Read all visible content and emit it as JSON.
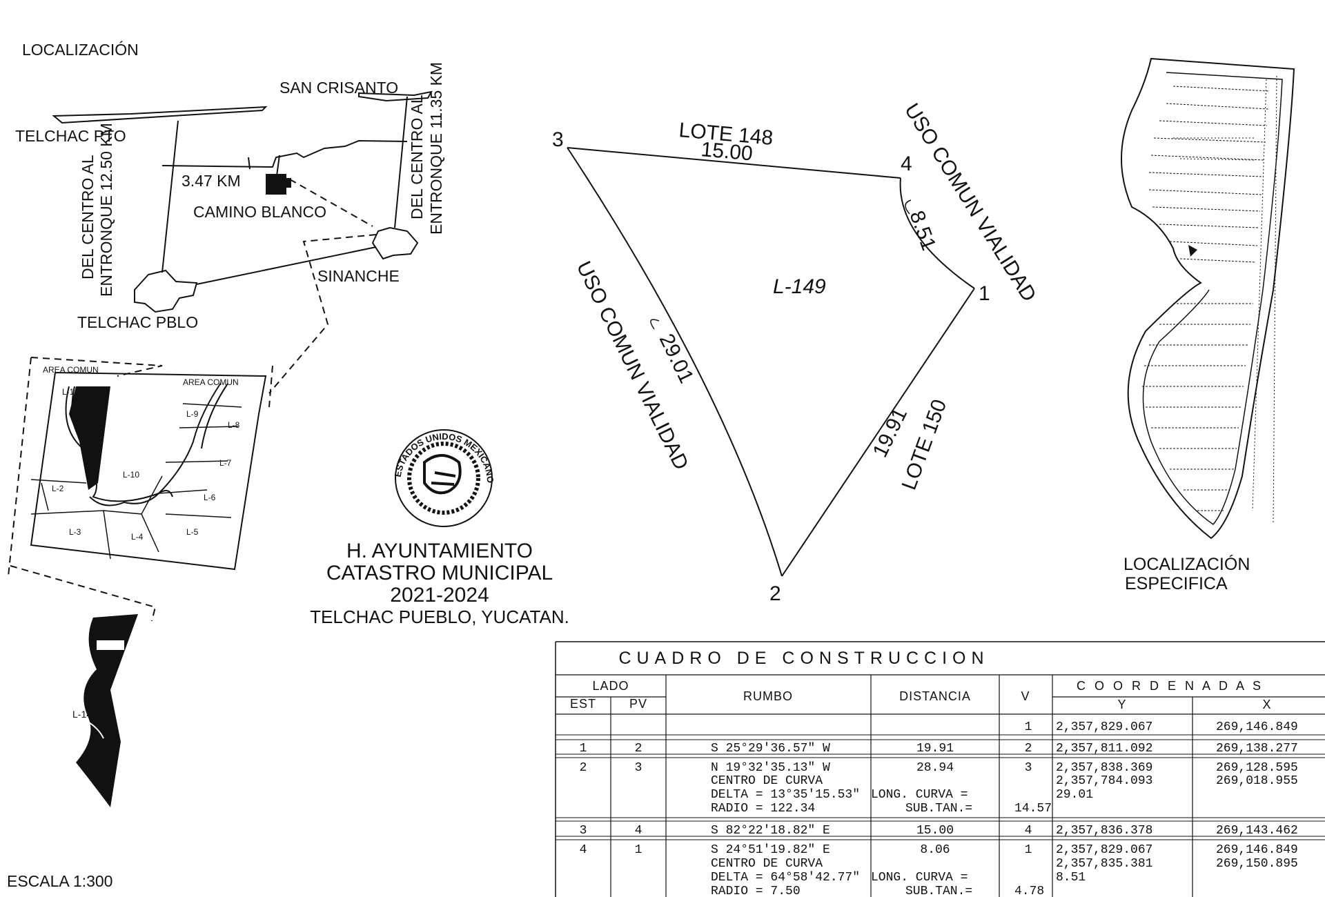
{
  "localizacion": {
    "title": "LOCALIZACIÓN",
    "places": {
      "san_crisanto": "SAN CRISANTO",
      "telchac_pto": "TELCHAC PTO",
      "camino_blanco": "CAMINO BLANCO",
      "sinanche": "SINANCHE",
      "telchac_pblo": "TELCHAC PBLO"
    },
    "distances": {
      "km_347": "3.47 KM",
      "left_line1": "DEL CENTRO AL",
      "left_line2": "ENTRONQUE 12.50 KM",
      "right_line1": "DEL CENTRO AL",
      "right_line2": "ENTRONQUE 11.35 KM"
    },
    "detail": {
      "area_comun_1": "AREA COMUN",
      "area_comun_2": "AREA COMUN",
      "lots": [
        "L-1",
        "L-2",
        "L-3",
        "L-4",
        "L-5",
        "L-6",
        "L-7",
        "L-8",
        "L-9",
        "L-10"
      ],
      "lot_14a": "L-14A"
    },
    "scale": "ESCALA 1:300"
  },
  "seal": {
    "ring_text": "ESTADOS UNIDOS MEXICANOS",
    "line1": "H. AYUNTAMIENTO",
    "line2": "CATASTRO MUNICIPAL",
    "line3": "2021-2024",
    "line4": "TELCHAC PUEBLO, YUCATAN."
  },
  "lot_plan": {
    "lot_id": "L-149",
    "vertices": {
      "v1": "1",
      "v2": "2",
      "v3": "3",
      "v4": "4"
    },
    "top_label": "LOTE 148",
    "top_distance": "15.00",
    "right_label": "USO COMUN VIALIDAD",
    "right_distance": "8.51",
    "left_label": "USO COMUN VIALIDAD",
    "left_distance": "29.01",
    "bottom_distance": "19.91",
    "bottom_label": "LOTE 150"
  },
  "especifica": {
    "line1": "LOCALIZACIÓN",
    "line2": "ESPECIFICA"
  },
  "table": {
    "title": "CUADRO DE CONSTRUCCION",
    "headers": {
      "lado": "LADO",
      "est": "EST",
      "pv": "PV",
      "rumbo": "RUMBO",
      "distancia": "DISTANCIA",
      "v": "V",
      "coordenadas": "C O O R D E N A D A S",
      "y": "Y",
      "x": "X"
    },
    "row0": {
      "v": "1",
      "y": "2,357,829.067",
      "x": "269,146.849"
    },
    "row1": {
      "est": "1",
      "pv": "2",
      "rumbo": "S 25°29'36.57\" W",
      "dist": "19.91",
      "v": "2",
      "y": "2,357,811.092",
      "x": "269,138.277"
    },
    "row2": {
      "est": "2",
      "pv": "3",
      "rumbo": "N 19°32'35.13\" W",
      "dist": "28.94",
      "v": "3",
      "y": "2,357,838.369",
      "x": "269,128.595",
      "centro": "CENTRO DE CURVA",
      "y2": "2,357,784.093",
      "x2": "269,018.955",
      "delta": "DELTA = 13°35'15.53\"",
      "long": "LONG. CURVA =",
      "long_val": "29.01",
      "radio": "RADIO = 122.34",
      "subtan": "SUB.TAN.=",
      "subtan_val": "14.57"
    },
    "row3": {
      "est": "3",
      "pv": "4",
      "rumbo": "S 82°22'18.82\" E",
      "dist": "15.00",
      "v": "4",
      "y": "2,357,836.378",
      "x": "269,143.462"
    },
    "row4": {
      "est": "4",
      "pv": "1",
      "rumbo": "S 24°51'19.82\" E",
      "dist": "8.06",
      "v": "1",
      "y": "2,357,829.067",
      "x": "269,146.849",
      "centro": "CENTRO DE CURVA",
      "y2": "2,357,835.381",
      "x2": "269,150.895",
      "delta": "DELTA = 64°58'42.77\"",
      "long": "LONG. CURVA =",
      "long_val": "8.51",
      "radio": "RADIO = 7.50",
      "subtan": "SUB.TAN.=",
      "subtan_val": "4.78"
    }
  }
}
